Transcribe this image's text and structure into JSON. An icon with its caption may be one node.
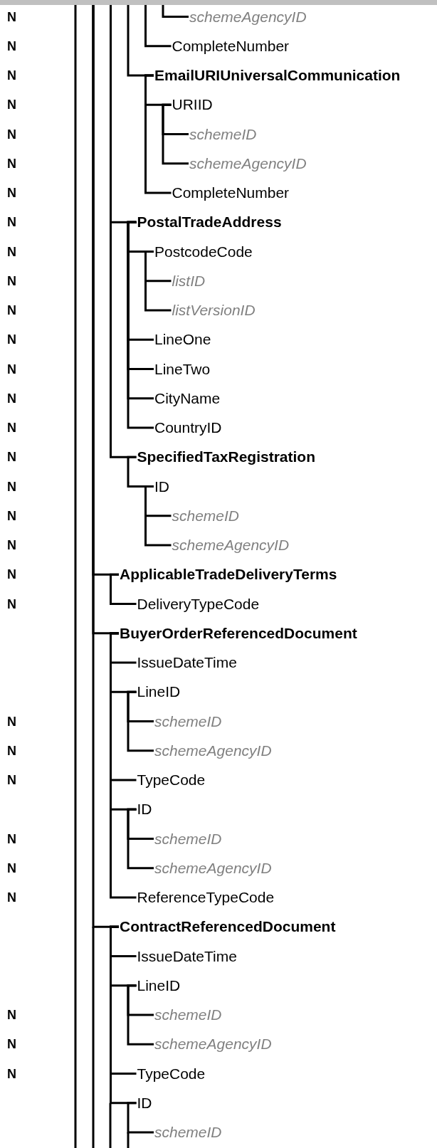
{
  "diagram": {
    "nodes": [
      {
        "text": [
          "schemeAgencyID"
        ]
      },
      {
        "text": [
          "CompleteNumber"
        ]
      },
      {
        "text": [
          "EmailURIUniversalCommunication"
        ]
      },
      {
        "text": [
          "URIID"
        ]
      },
      {
        "text": [
          "schemeID"
        ]
      },
      {
        "text": [
          "schemeAgencyID"
        ]
      },
      {
        "text": [
          "CompleteNumber"
        ]
      },
      {
        "text": [
          "PostalTradeAddress"
        ]
      },
      {
        "text": [
          "PostcodeCode"
        ]
      },
      {
        "text": [
          "listID"
        ]
      },
      {
        "text": [
          "listVersionID"
        ]
      },
      {
        "text": [
          "LineOne"
        ]
      },
      {
        "text": [
          "LineTwo"
        ]
      },
      {
        "text": [
          "CityName"
        ]
      },
      {
        "text": [
          "CountryID"
        ]
      },
      {
        "text": [
          "SpecifiedTaxRegistration"
        ]
      },
      {
        "text": [
          "ID"
        ]
      },
      {
        "text": [
          "schemeID"
        ]
      },
      {
        "text": [
          "schemeAgencyID"
        ]
      },
      {
        "text": [
          "ApplicableTradeDeliveryTerms"
        ]
      },
      {
        "text": [
          "DeliveryTypeCode"
        ]
      },
      {
        "text": [
          "BuyerOrderReferencedDocument"
        ]
      },
      {
        "text": [
          "IssueDateTime"
        ]
      },
      {
        "text": [
          "LineID"
        ]
      },
      {
        "text": [
          "schemeID"
        ]
      },
      {
        "text": [
          "schemeAgencyID"
        ]
      },
      {
        "text": [
          "TypeCode"
        ]
      },
      {
        "text": [
          "ID"
        ]
      },
      {
        "text": [
          "schemeID"
        ]
      },
      {
        "text": [
          "schemeAgencyID"
        ]
      },
      {
        "text": [
          "ReferenceTypeCode"
        ]
      },
      {
        "text": [
          "ContractReferencedDocument"
        ]
      },
      {
        "text": [
          "IssueDateTime"
        ]
      },
      {
        "text": [
          "LineID"
        ]
      },
      {
        "text": [
          "schemeID"
        ]
      },
      {
        "text": [
          "schemeAgencyID"
        ]
      },
      {
        "text": [
          "TypeCode"
        ]
      },
      {
        "text": [
          "ID"
        ]
      },
      {
        "text": [
          "schemeID"
        ]
      }
    ],
    "edges": [
      {
        "from": null,
        "to": 0,
        "arrow": "none"
      },
      {
        "from": null,
        "to": 1,
        "arrow": "none"
      },
      {
        "from": null,
        "to": 2,
        "arrow": "none"
      },
      {
        "from": 2,
        "to": 3,
        "arrow": "none"
      },
      {
        "from": 3,
        "to": 4,
        "arrow": "none"
      },
      {
        "from": 3,
        "to": 5,
        "arrow": "none"
      },
      {
        "from": 2,
        "to": 6,
        "arrow": "none"
      },
      {
        "from": null,
        "to": 7,
        "arrow": "none"
      },
      {
        "from": 7,
        "to": 8,
        "arrow": "none"
      },
      {
        "from": 8,
        "to": 9,
        "arrow": "none"
      },
      {
        "from": 8,
        "to": 10,
        "arrow": "none"
      },
      {
        "from": 7,
        "to": 11,
        "arrow": "none"
      },
      {
        "from": 7,
        "to": 12,
        "arrow": "none"
      },
      {
        "from": 7,
        "to": 13,
        "arrow": "none"
      },
      {
        "from": 7,
        "to": 14,
        "arrow": "none"
      },
      {
        "from": null,
        "to": 15,
        "arrow": "none"
      },
      {
        "from": 15,
        "to": 16,
        "arrow": "none"
      },
      {
        "from": 16,
        "to": 17,
        "arrow": "none"
      },
      {
        "from": 16,
        "to": 18,
        "arrow": "none"
      },
      {
        "from": null,
        "to": 19,
        "arrow": "none"
      },
      {
        "from": 19,
        "to": 20,
        "arrow": "none"
      },
      {
        "from": null,
        "to": 21,
        "arrow": "none"
      },
      {
        "from": 21,
        "to": 22,
        "arrow": "none"
      },
      {
        "from": 21,
        "to": 23,
        "arrow": "none"
      },
      {
        "from": 23,
        "to": 24,
        "arrow": "none"
      },
      {
        "from": 23,
        "to": 25,
        "arrow": "none"
      },
      {
        "from": 21,
        "to": 26,
        "arrow": "none"
      },
      {
        "from": 21,
        "to": 27,
        "arrow": "none"
      },
      {
        "from": 27,
        "to": 28,
        "arrow": "none"
      },
      {
        "from": 27,
        "to": 29,
        "arrow": "none"
      },
      {
        "from": 21,
        "to": 30,
        "arrow": "none"
      },
      {
        "from": null,
        "to": 31,
        "arrow": "none"
      },
      {
        "from": 31,
        "to": 32,
        "arrow": "none"
      },
      {
        "from": 31,
        "to": 33,
        "arrow": "none"
      },
      {
        "from": 33,
        "to": 34,
        "arrow": "none"
      },
      {
        "from": 33,
        "to": 35,
        "arrow": "none"
      },
      {
        "from": 31,
        "to": 36,
        "arrow": "none"
      },
      {
        "from": 31,
        "to": 37,
        "arrow": "none"
      },
      {
        "from": 37,
        "to": 38,
        "arrow": "none"
      }
    ],
    "labels": [
      "N",
      "N",
      "N",
      "N",
      "N",
      "N",
      "N",
      "N",
      "N",
      "N",
      "N",
      "N",
      "N",
      "N",
      "N",
      "N",
      "N",
      "N",
      "N",
      "N",
      "N",
      "N",
      "N",
      "N",
      "N",
      "N",
      "N",
      "N",
      "N",
      "N"
    ]
  }
}
